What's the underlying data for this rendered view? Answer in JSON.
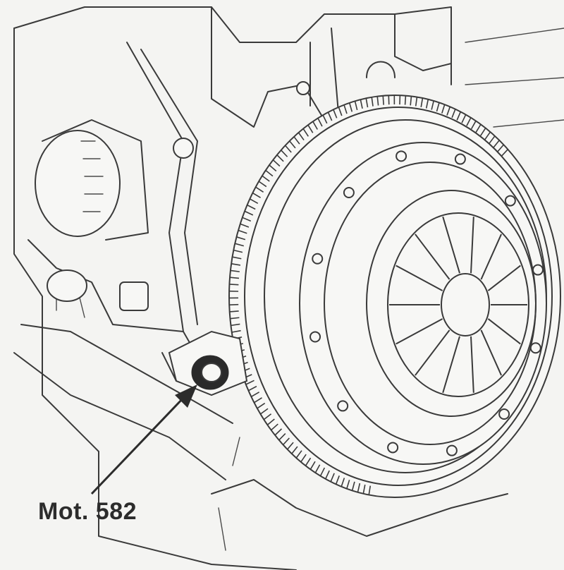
{
  "callout": {
    "label": "Mot. 582"
  },
  "colors": {
    "ink": "#3a3a3a",
    "paper": "#f4f4f2"
  },
  "parts": [
    "engine-block",
    "flywheel",
    "ring-gear",
    "clutch-pressure-plate",
    "diaphragm-spring",
    "locking-tool"
  ]
}
